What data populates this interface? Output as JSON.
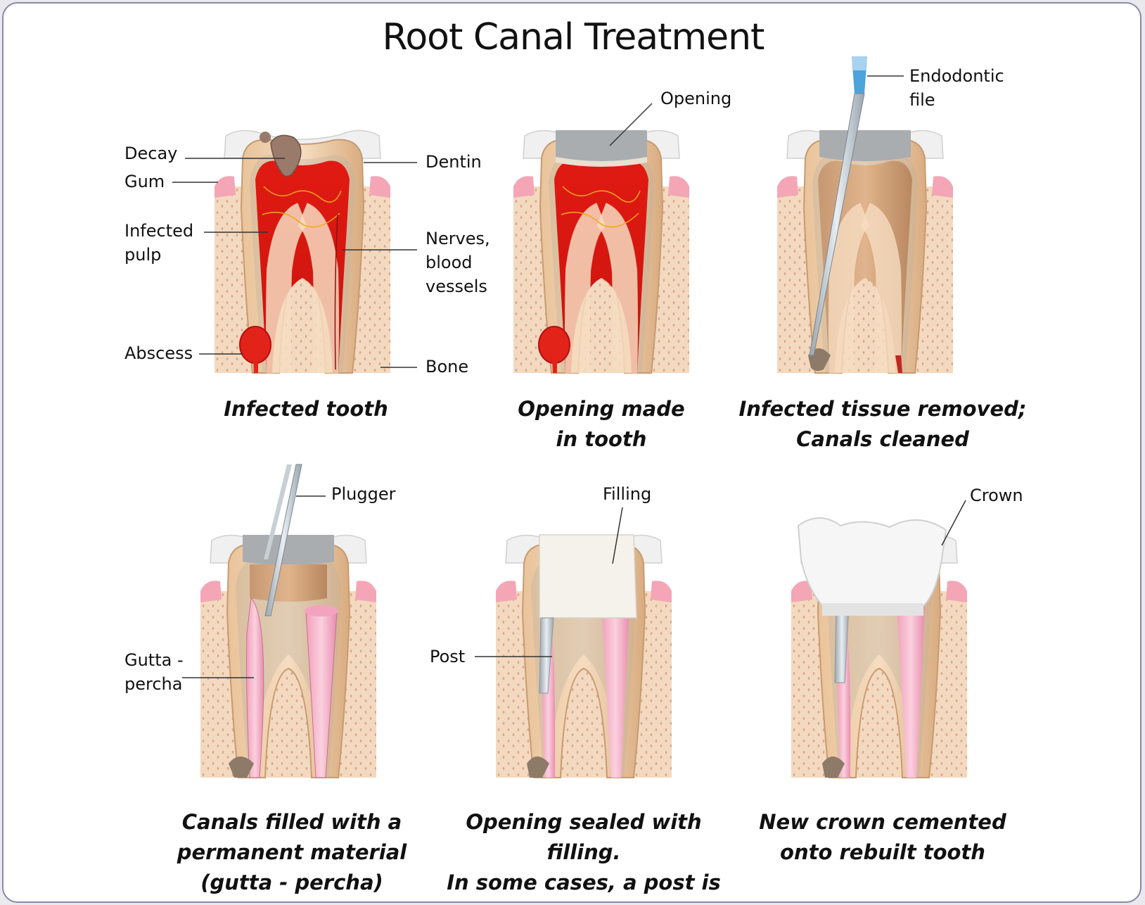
{
  "title": "Root Canal Treatment",
  "labels": {
    "decay": "Decay",
    "gum": "Gum",
    "infected_pulp": "Infected\npulp",
    "abscess": "Abscess",
    "dentin": "Dentin",
    "nerves": "Nerves,\nblood\nvessels",
    "bone": "Bone",
    "opening": "Opening",
    "endodontic_file": "Endodontic\nfile",
    "plugger": "Plugger",
    "gutta_percha": "Gutta -\npercha",
    "filling": "Filling",
    "post": "Post",
    "crown": "Crown"
  },
  "captions": {
    "step1": "Infected tooth",
    "step2": "Opening made\nin tooth",
    "step3": "Infected tissue removed;\nCanals cleaned",
    "step4": "Canals filled with a\npermanent material\n(gutta - percha)",
    "step5": "Opening sealed with filling.\nIn some cases, a post is\ninserted for extra support",
    "step6": "New crown cemented\nonto rebuilt tooth"
  },
  "colors": {
    "bone": "#f3d9bf",
    "gum": "#f4a6b6",
    "enamel": "#f2f2f2",
    "dentin": "#ecc9a4",
    "pulp_infected": "#e2231a",
    "gutta_percha": "#f2a3bf",
    "metal": "#b9c3cc"
  }
}
